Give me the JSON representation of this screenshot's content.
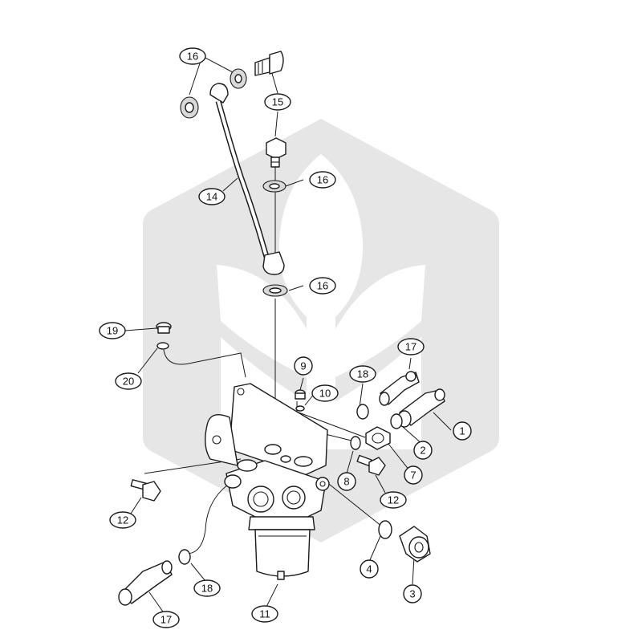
{
  "watermark": {
    "name": "wheat-hexagon-watermark",
    "color": "#e6e6e6"
  },
  "callouts": [
    {
      "id": "c16a",
      "label": "16"
    },
    {
      "id": "c16b",
      "label": "16"
    },
    {
      "id": "c16c",
      "label": "16"
    },
    {
      "id": "c15",
      "label": "15"
    },
    {
      "id": "c14",
      "label": "14"
    },
    {
      "id": "c19",
      "label": "19"
    },
    {
      "id": "c20",
      "label": "20"
    },
    {
      "id": "c9",
      "label": "9"
    },
    {
      "id": "c10",
      "label": "10"
    },
    {
      "id": "c18a",
      "label": "18"
    },
    {
      "id": "c17a",
      "label": "17"
    },
    {
      "id": "c1",
      "label": "1"
    },
    {
      "id": "c2",
      "label": "2"
    },
    {
      "id": "c7",
      "label": "7"
    },
    {
      "id": "c8",
      "label": "8"
    },
    {
      "id": "c12a",
      "label": "12"
    },
    {
      "id": "c12b",
      "label": "12"
    },
    {
      "id": "c4",
      "label": "4"
    },
    {
      "id": "c3",
      "label": "3"
    },
    {
      "id": "c18b",
      "label": "18"
    },
    {
      "id": "c17b",
      "label": "17"
    },
    {
      "id": "c11",
      "label": "11"
    }
  ]
}
